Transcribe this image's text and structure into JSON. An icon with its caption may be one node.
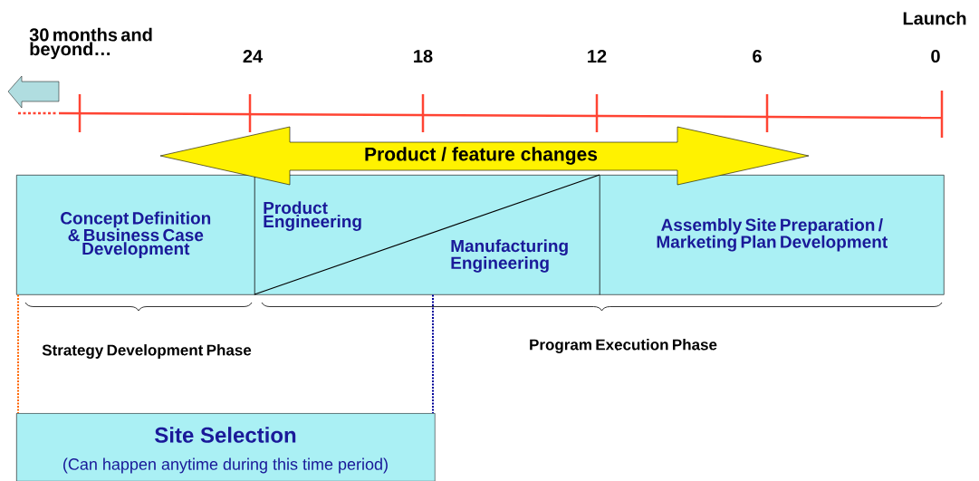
{
  "diagram": {
    "nodes": [
      {
        "text": [
          "Concept Definition & Business Case Development"
        ]
      },
      {
        "text": [
          "Product Engineering",
          "Manufacturing Engineering"
        ]
      },
      {
        "text": [
          "Assembly Site Preparation / Marketing Plan Development"
        ]
      },
      {
        "text": [
          "Site Selection",
          "(Can happen anytime during this time period)"
        ]
      },
      {
        "text": [
          "Product / feature changes"
        ]
      }
    ],
    "edges": [
      {
        "from": 0,
        "to": 3,
        "arrow": "none",
        "style": "dashed",
        "color": "#ff6600"
      },
      {
        "from": 1,
        "to": 3,
        "arrow": "none",
        "style": "dashed",
        "color": "#000099"
      }
    ],
    "labels": [
      "Launch",
      "30 months and beyond…",
      "24",
      "18",
      "12",
      "6",
      "0",
      "Strategy Development Phase",
      "Program Execution Phase"
    ]
  }
}
